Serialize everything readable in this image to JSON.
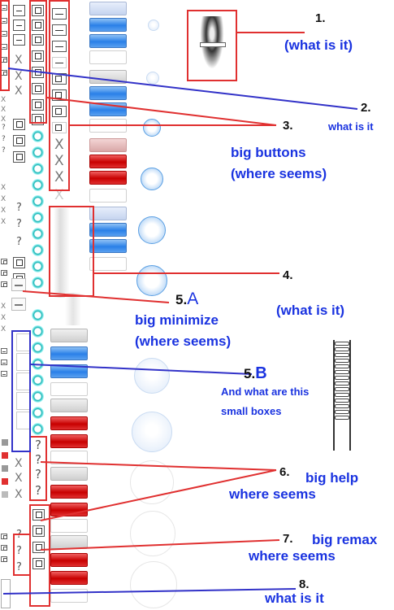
{
  "annotations": {
    "n1": {
      "number": "1.",
      "text": "(what is it)"
    },
    "n2": {
      "number": "2.",
      "text": "what is it"
    },
    "n3": {
      "number": "3.",
      "text_line1": "big buttons",
      "text_line2": "(where seems)"
    },
    "n4": {
      "number": "4.",
      "text": "(what is it)"
    },
    "n5a": {
      "number": "5.",
      "letter": "A",
      "text_line1": "big minimize",
      "text_line2": "(where seems)"
    },
    "n5b": {
      "number": "5.",
      "letter": "B",
      "text_line1": "And what are this",
      "text_line2": "small boxes"
    },
    "n6": {
      "number": "6.",
      "title": "big help",
      "text": "where seems"
    },
    "n7": {
      "number": "7.",
      "title": "big remax",
      "text": "where seems"
    },
    "n8": {
      "number": "8.",
      "text": "what is it"
    }
  },
  "glyphs": {
    "help": "?",
    "close": "X"
  },
  "colors": {
    "annotation_red": "#e03030",
    "annotation_blue": "#1a33e0",
    "annotation_line_blue": "#3232c8",
    "button_blue": "#2a80e8",
    "button_red": "#c80000",
    "teal_ring": "#18b5b5"
  }
}
